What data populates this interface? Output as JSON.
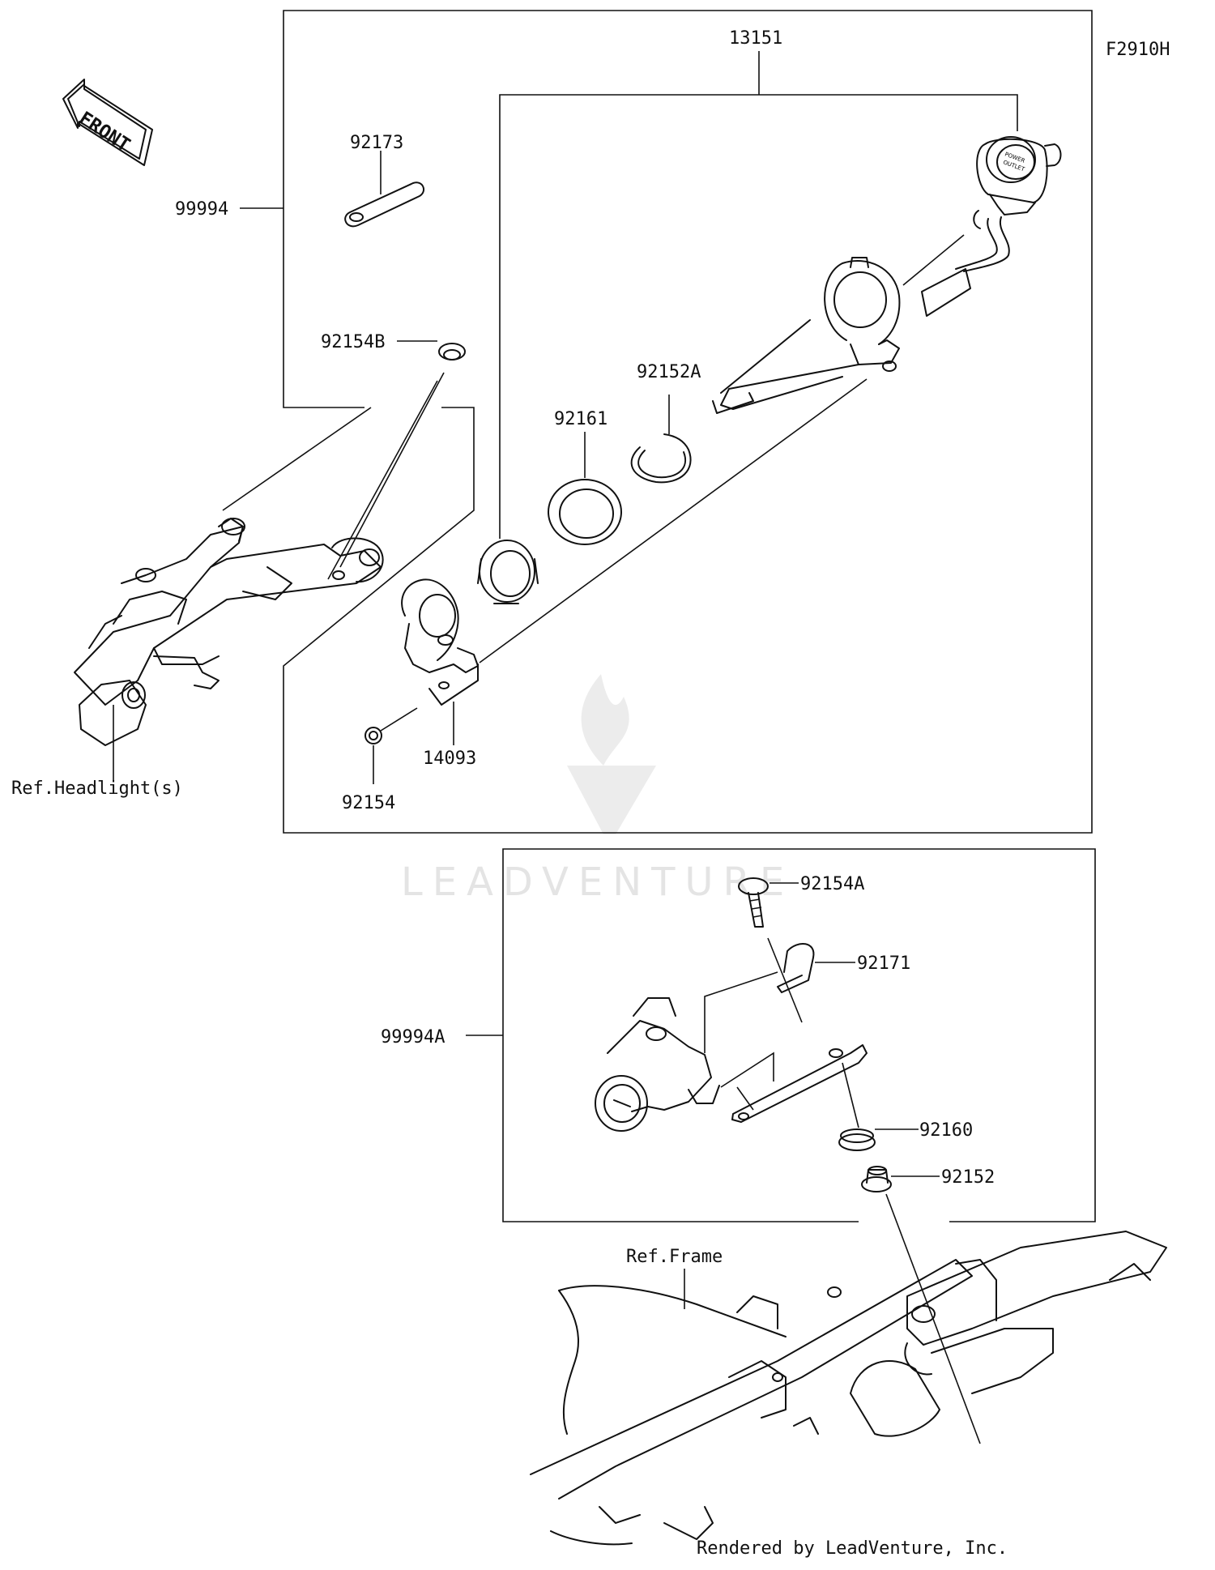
{
  "diagram_code": "F2910H",
  "front_badge": "FRONT",
  "watermark": "LEADVENTURE",
  "footer": "Rendered by LeadVenture, Inc.",
  "part_numbers": {
    "p13151": "13151",
    "p92173": "92173",
    "p99994": "99994",
    "p92154B": "92154B",
    "p92152A": "92152A",
    "p92161": "92161",
    "p14093": "14093",
    "p92154": "92154",
    "p92154A": "92154A",
    "p92171": "92171",
    "p99994A": "99994A",
    "p92160": "92160",
    "p92152": "92152"
  },
  "references": {
    "headlight": "Ref.Headlight(s)",
    "frame": "Ref.Frame"
  },
  "outlet_text": {
    "line1": "POWER",
    "line2": "OUTLET"
  }
}
